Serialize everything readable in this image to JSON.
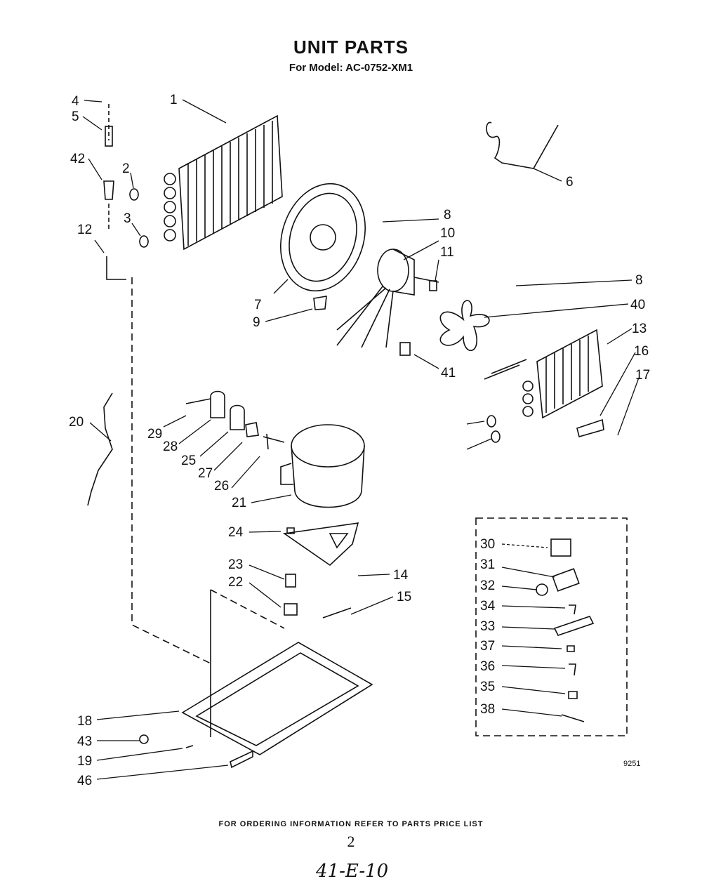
{
  "title": "UNIT PARTS",
  "model": "For Model: AC-0752-XM1",
  "footer": "FOR ORDERING INFORMATION REFER TO PARTS PRICE LIST",
  "page_number": "2",
  "handwritten_note": "41-E-10",
  "drawing_ref": "9251",
  "callouts": [
    "1",
    "2",
    "3",
    "4",
    "5",
    "6",
    "7",
    "8",
    "9",
    "10",
    "11",
    "12",
    "13",
    "14",
    "15",
    "16",
    "17",
    "18",
    "19",
    "20",
    "21",
    "22",
    "23",
    "24",
    "25",
    "26",
    "27",
    "28",
    "29",
    "30",
    "31",
    "32",
    "33",
    "34",
    "35",
    "36",
    "37",
    "38",
    "40",
    "41",
    "42",
    "43",
    "46"
  ]
}
